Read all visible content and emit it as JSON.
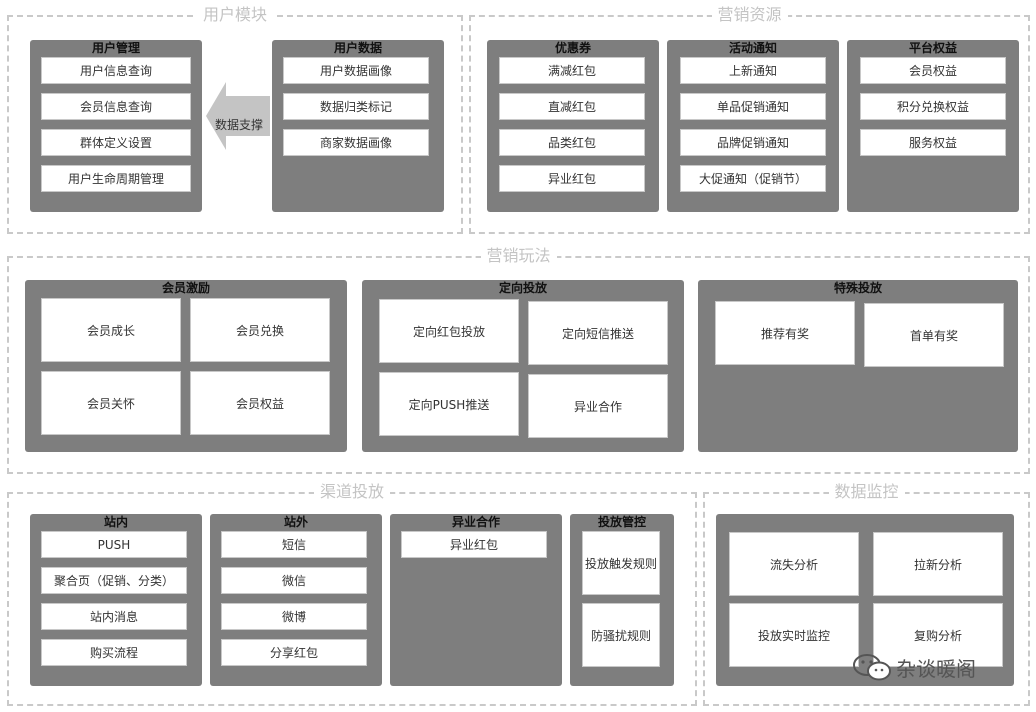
{
  "sections": {
    "user_module": "用户模块",
    "marketing_resources": "营销资源",
    "marketing_play": "营销玩法",
    "channel": "渠道投放",
    "data_monitor": "数据监控"
  },
  "user_management": {
    "title": "用户管理",
    "items": [
      "用户信息查询",
      "会员信息查询",
      "群体定义设置",
      "用户生命周期管理"
    ]
  },
  "data_support_label": "数据支撑",
  "user_data": {
    "title": "用户数据",
    "items": [
      "用户数据画像",
      "数据归类标记",
      "商家数据画像"
    ]
  },
  "coupon": {
    "title": "优惠券",
    "items": [
      "满减红包",
      "直减红包",
      "品类红包",
      "异业红包"
    ]
  },
  "activity_notice": {
    "title": "活动通知",
    "items": [
      "上新通知",
      "单品促销通知",
      "品牌促销通知",
      "大促通知（促销节）"
    ]
  },
  "platform_rights": {
    "title": "平台权益",
    "items": [
      "会员权益",
      "积分兑换权益",
      "服务权益"
    ]
  },
  "member_incentive": {
    "title": "会员激励",
    "items": [
      "会员成长",
      "会员兑换",
      "会员关怀",
      "会员权益"
    ]
  },
  "targeted_delivery": {
    "title": "定向投放",
    "items": [
      "定向红包投放",
      "定向短信推送",
      "定向PUSH推送",
      "异业合作"
    ]
  },
  "special_delivery": {
    "title": "特殊投放",
    "items": [
      "推荐有奖",
      "首单有奖"
    ]
  },
  "onsite": {
    "title": "站内",
    "items": [
      "PUSH",
      "聚合页（促销、分类）",
      "站内消息",
      "购买流程"
    ]
  },
  "offsite": {
    "title": "站外",
    "items": [
      "短信",
      "微信",
      "微博",
      "分享红包"
    ]
  },
  "cross_industry": {
    "title": "异业合作",
    "items": [
      "异业红包"
    ]
  },
  "delivery_control": {
    "title": "投放管控",
    "items": [
      "投放触发规则",
      "防骚扰规则"
    ]
  },
  "data_monitoring": {
    "items": [
      "流失分析",
      "拉新分析",
      "投放实时监控",
      "复购分析"
    ]
  },
  "watermark": {
    "text": "杂谈暖阁",
    "icon": "wechat-icon"
  }
}
